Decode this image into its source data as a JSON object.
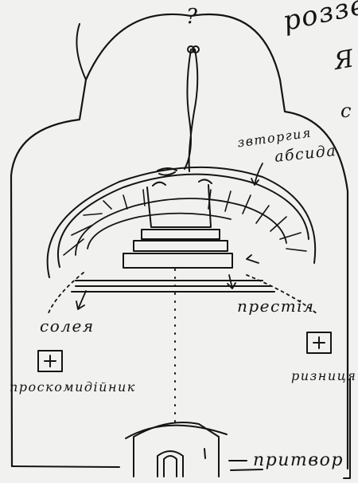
{
  "page": {
    "background": "#f1f1ef",
    "ink_color": "#141414"
  },
  "margin_note": {
    "line1": "роззе",
    "line2": "Я",
    "line3": "с"
  },
  "labels": {
    "apse": [
      "звторгия",
      "абсида"
    ],
    "altar_table": "престіл",
    "soleas": "солея",
    "prothesis": "проскомидійник",
    "vestry": "ризниця",
    "narthex": "притвор",
    "top_mark": "?"
  },
  "icons": {
    "prothesis_box": "plus-sign",
    "vestry_box": "plus-sign"
  }
}
